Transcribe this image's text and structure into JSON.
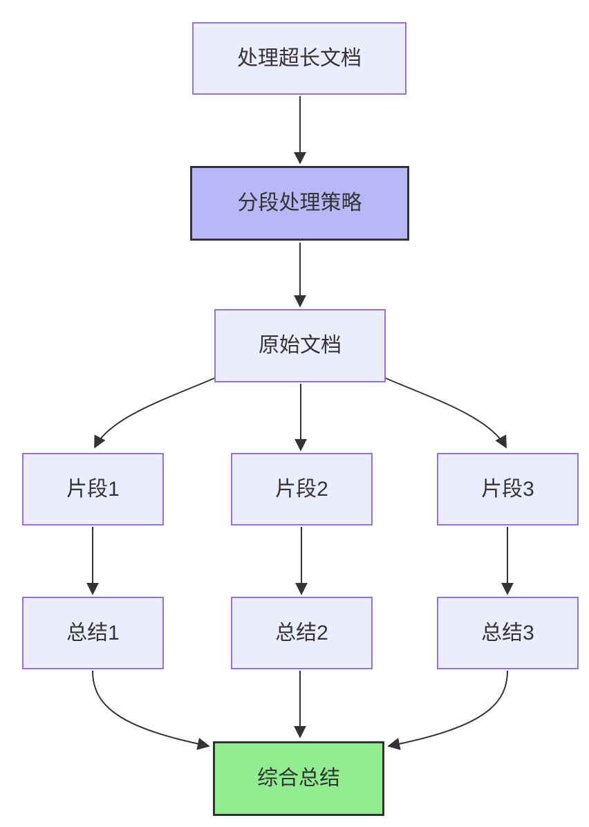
{
  "diagram": {
    "type": "flowchart",
    "direction": "top-down",
    "background": "#ffffff",
    "colors": {
      "node_fill": "#ECECFF",
      "node_border": "#9370DB",
      "highlight_fill": "#B8B8F8",
      "success_fill": "#90EE90",
      "strong_border": "#333333",
      "edge_color": "#333333",
      "text_color": "#333333"
    },
    "nodes": [
      {
        "id": "start",
        "label": "处理超长文档",
        "style": "default"
      },
      {
        "id": "strategy",
        "label": "分段处理策略",
        "style": "highlight"
      },
      {
        "id": "doc",
        "label": "原始文档",
        "style": "default"
      },
      {
        "id": "chunk1",
        "label": "片段1",
        "style": "default"
      },
      {
        "id": "chunk2",
        "label": "片段2",
        "style": "default"
      },
      {
        "id": "chunk3",
        "label": "片段3",
        "style": "default"
      },
      {
        "id": "summary1",
        "label": "总结1",
        "style": "default"
      },
      {
        "id": "summary2",
        "label": "总结2",
        "style": "default"
      },
      {
        "id": "summary3",
        "label": "总结3",
        "style": "default"
      },
      {
        "id": "final",
        "label": "综合总结",
        "style": "success"
      }
    ],
    "edges": [
      {
        "from": "start",
        "to": "strategy"
      },
      {
        "from": "strategy",
        "to": "doc"
      },
      {
        "from": "doc",
        "to": "chunk1"
      },
      {
        "from": "doc",
        "to": "chunk2"
      },
      {
        "from": "doc",
        "to": "chunk3"
      },
      {
        "from": "chunk1",
        "to": "summary1"
      },
      {
        "from": "chunk2",
        "to": "summary2"
      },
      {
        "from": "chunk3",
        "to": "summary3"
      },
      {
        "from": "summary1",
        "to": "final"
      },
      {
        "from": "summary2",
        "to": "final"
      },
      {
        "from": "summary3",
        "to": "final"
      }
    ]
  }
}
